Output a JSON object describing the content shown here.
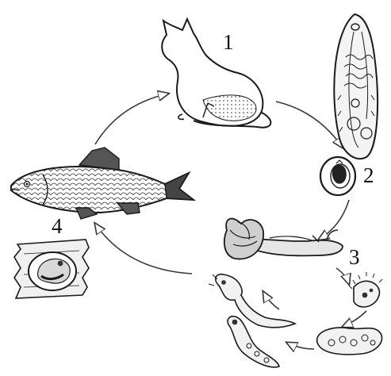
{
  "stages": [
    {
      "number": "1",
      "icon": "cat-host-icon"
    },
    {
      "number": "2",
      "icon": "egg-icon"
    },
    {
      "number": "3",
      "icon": "snail-host-icon"
    },
    {
      "number": "4",
      "icon": "fish-host-icon"
    }
  ],
  "colors": {
    "ink": "#1a1a1a",
    "arrow": "#3a3a3a",
    "background": "#ffffff"
  }
}
